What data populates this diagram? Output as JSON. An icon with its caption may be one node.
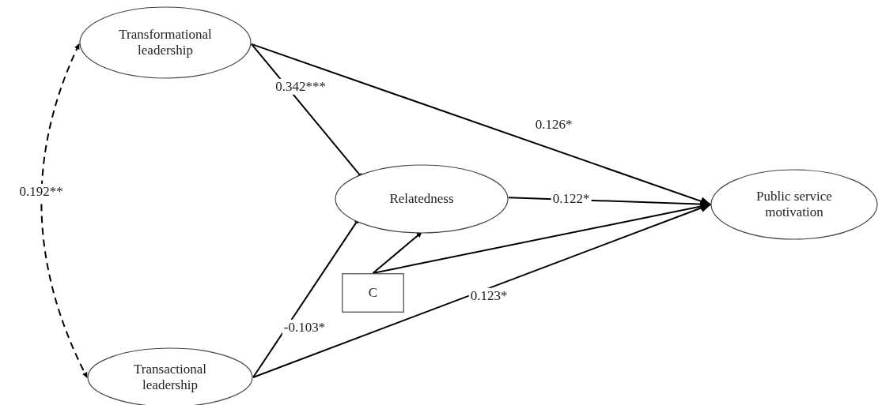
{
  "diagram": {
    "nodes": [
      {
        "text": [
          "Transformational leadership"
        ]
      },
      {
        "text": [
          "Relatedness"
        ]
      },
      {
        "text": [
          "Public service motivation"
        ]
      },
      {
        "text": [
          "C"
        ]
      },
      {
        "text": [
          "Transactional leadership"
        ]
      }
    ],
    "edges": [
      {
        "from": 0,
        "to": 4,
        "arrow": "both",
        "style": "dashed",
        "label": "0.192**"
      },
      {
        "from": 0,
        "to": 1,
        "arrow": "to",
        "label": "0.342***"
      },
      {
        "from": 0,
        "to": 2,
        "arrow": "to",
        "label": "0.126*"
      },
      {
        "from": 1,
        "to": 2,
        "arrow": "to",
        "label": "0.122*"
      },
      {
        "from": 3,
        "to": 1,
        "arrow": "to"
      },
      {
        "from": 3,
        "to": 2,
        "arrow": "to"
      },
      {
        "from": 4,
        "to": 1,
        "arrow": "to",
        "label": "-0.103*"
      },
      {
        "from": 4,
        "to": 2,
        "arrow": "to",
        "label": "0.123*"
      }
    ]
  }
}
